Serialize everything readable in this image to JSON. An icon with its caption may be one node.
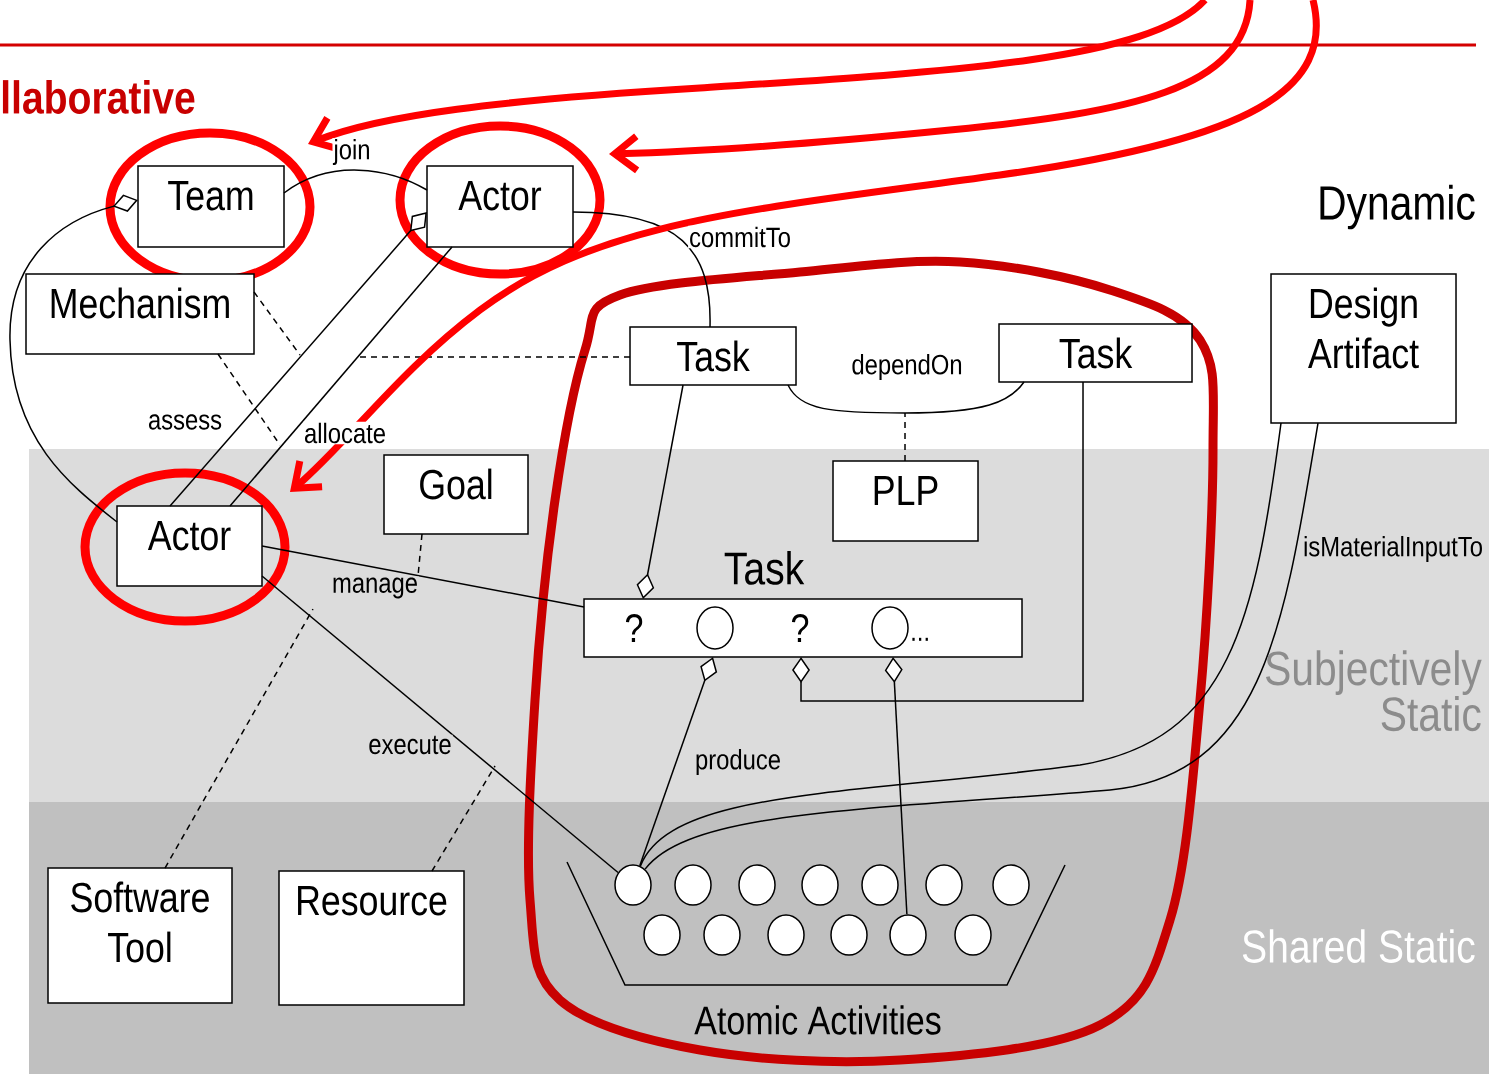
{
  "diagram": {
    "nodes": [
      {
        "text": [
          "Team"
        ]
      },
      {
        "text": [
          "Actor"
        ]
      },
      {
        "text": [
          "Mechanism"
        ]
      },
      {
        "text": [
          "Task"
        ]
      },
      {
        "text": [
          "Task"
        ]
      },
      {
        "text": [
          "Design Artifact"
        ]
      },
      {
        "text": [
          "Goal"
        ]
      },
      {
        "text": [
          "PLP"
        ]
      },
      {
        "text": [
          "Actor"
        ]
      },
      {
        "text": [
          "Task",
          "?",
          "?",
          "..."
        ]
      },
      {
        "text": [
          "Software Tool"
        ]
      },
      {
        "text": [
          "Resource"
        ]
      },
      {
        "text": [
          "Atomic Activities"
        ]
      },
      {
        "text": [],
        "shape": "circle",
        "in": 12
      },
      {
        "text": [],
        "shape": "circle",
        "in": 12
      },
      {
        "text": [],
        "shape": "circle",
        "in": 12
      },
      {
        "text": [],
        "shape": "circle",
        "in": 12
      },
      {
        "text": [],
        "shape": "circle",
        "in": 12
      },
      {
        "text": [],
        "shape": "circle",
        "in": 12
      },
      {
        "text": [],
        "shape": "circle",
        "in": 12
      },
      {
        "text": [],
        "shape": "circle",
        "in": 12
      },
      {
        "text": [],
        "shape": "circle",
        "in": 12
      },
      {
        "text": [],
        "shape": "circle",
        "in": 12
      },
      {
        "text": [],
        "shape": "circle",
        "in": 12
      },
      {
        "text": [],
        "shape": "circle",
        "in": 12
      },
      {
        "text": [],
        "shape": "circle",
        "in": 12
      }
    ],
    "edges": [
      {
        "from": 0,
        "to": 1,
        "arrow": "none",
        "label": "join"
      },
      {
        "from": 1,
        "to": 8,
        "arrow": "other",
        "label": "assess"
      },
      {
        "from": 1,
        "to": 8,
        "arrow": "none",
        "label": "allocate"
      },
      {
        "from": 0,
        "to": 8,
        "arrow": "other"
      },
      {
        "from": 1,
        "to": 3,
        "arrow": "none",
        "label": "commitTo"
      },
      {
        "from": 2,
        "to": null,
        "arrow": "none",
        "style": "dashed"
      },
      {
        "from": 2,
        "to": null,
        "arrow": "none",
        "style": "dashed"
      },
      {
        "from": 3,
        "to": null,
        "arrow": "none",
        "style": "dashed"
      },
      {
        "from": 3,
        "to": 4,
        "arrow": "none",
        "label": "dependOn"
      },
      {
        "from": 7,
        "to": null,
        "arrow": "none",
        "style": "dashed"
      },
      {
        "from": 9,
        "to": 3,
        "arrow": "other"
      },
      {
        "from": 8,
        "to": 9,
        "arrow": "none",
        "label": "manage"
      },
      {
        "from": 6,
        "to": null,
        "arrow": "none",
        "style": "dashed"
      },
      {
        "from": 8,
        "to": 13,
        "arrow": "none",
        "label": "execute"
      },
      {
        "from": 10,
        "to": null,
        "arrow": "none",
        "style": "dashed"
      },
      {
        "from": 11,
        "to": null,
        "arrow": "none",
        "style": "dashed"
      },
      {
        "from": 9,
        "to": 13,
        "arrow": "other",
        "label": "produce"
      },
      {
        "from": 9,
        "to": 4,
        "arrow": "other"
      },
      {
        "from": 9,
        "to": 24,
        "arrow": "other"
      },
      {
        "from": 5,
        "to": 13,
        "arrow": "none"
      },
      {
        "from": 5,
        "to": 13,
        "arrow": "none",
        "label": "isMaterialInputTo"
      },
      {
        "from": null,
        "to": 0,
        "arrow": "to",
        "style": "thick",
        "color": "#ff0000"
      },
      {
        "from": null,
        "to": 1,
        "arrow": "to",
        "style": "thick",
        "color": "#ff0000"
      },
      {
        "from": null,
        "to": 8,
        "arrow": "to",
        "style": "thick",
        "color": "#ff0000"
      }
    ],
    "labels": [
      "llaborative",
      "Dynamic",
      "Subjectively Static",
      "Shared Static"
    ]
  }
}
